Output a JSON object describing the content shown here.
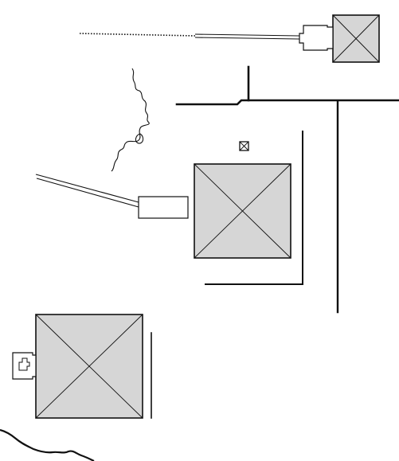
{
  "colors": {
    "ink": "#111111",
    "pyramid_fill": "#d6d6d6",
    "background": "#ffffff"
  },
  "features": [
    "pyramid-large-top-right",
    "pyramid-center",
    "pyramid-bottom-left",
    "small-satellite-pyramid",
    "mortuary-temple-top",
    "mortuary-temple-bottom-left",
    "valley-temple-causeway",
    "enclosure-walls",
    "wadi-channel",
    "shoreline"
  ]
}
